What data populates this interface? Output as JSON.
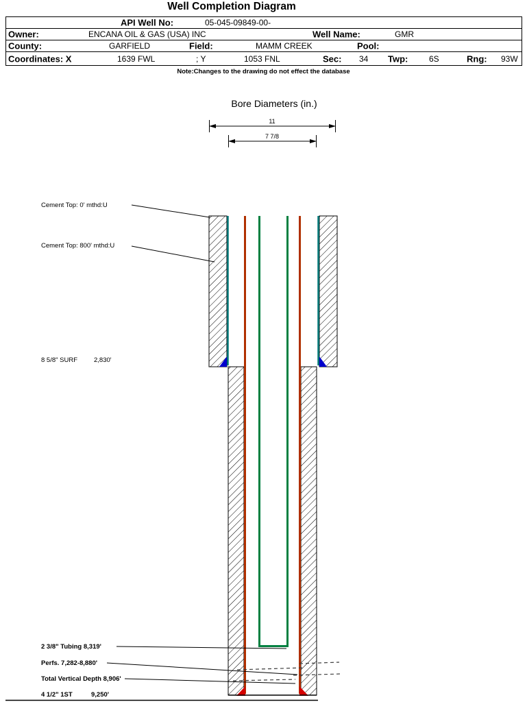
{
  "title": "Well Completion Diagram",
  "header": {
    "api_label": "API Well No:",
    "api_value": "05-045-09849-00-",
    "owner_label": "Owner:",
    "owner_value": "ENCANA OIL & GAS (USA) INC",
    "well_name_label": "Well Name:",
    "well_name_value": "GMR",
    "county_label": "County:",
    "county_value": "GARFIELD",
    "field_label": "Field:",
    "field_value": "MAMM CREEK",
    "pool_label": "Pool:",
    "coordinates_label": "Coordinates: X",
    "x_value": "1639 FWL",
    "y_label": "; Y",
    "y_value": "1053 FNL",
    "sec_label": "Sec:",
    "sec_value": "34",
    "twp_label": "Twp:",
    "twp_value": "6S",
    "rng_label": "Rng:",
    "rng_value": "93W",
    "note": "Note:Changes to the drawing do not effect the database"
  },
  "diagram": {
    "bore_title": "Bore Diameters (in.)",
    "outer_diameter_in": "11",
    "inner_diameter_in": "7 7/8",
    "annotations": {
      "cement_top_surface": "Cement Top: 0' mthd:U",
      "cement_top_production": "Cement Top: 800' mthd:U",
      "surface_casing_name": "8 5/8\" SURF",
      "surface_casing_depth": "2,830'",
      "tubing": "2 3/8\" Tubing 8,319'",
      "perfs": "Perfs. 7,282-8,880'",
      "tvd": "Total Vertical Depth 8,906'",
      "production_casing_name": "4 1/2\" 1ST",
      "production_casing_depth": "9,250'"
    },
    "colors": {
      "surface_casing": "#007d7d",
      "production_casing": "#b03000",
      "tubing": "#008040",
      "surface_shoe": "#0000cc",
      "production_shoe": "#d40000"
    }
  }
}
